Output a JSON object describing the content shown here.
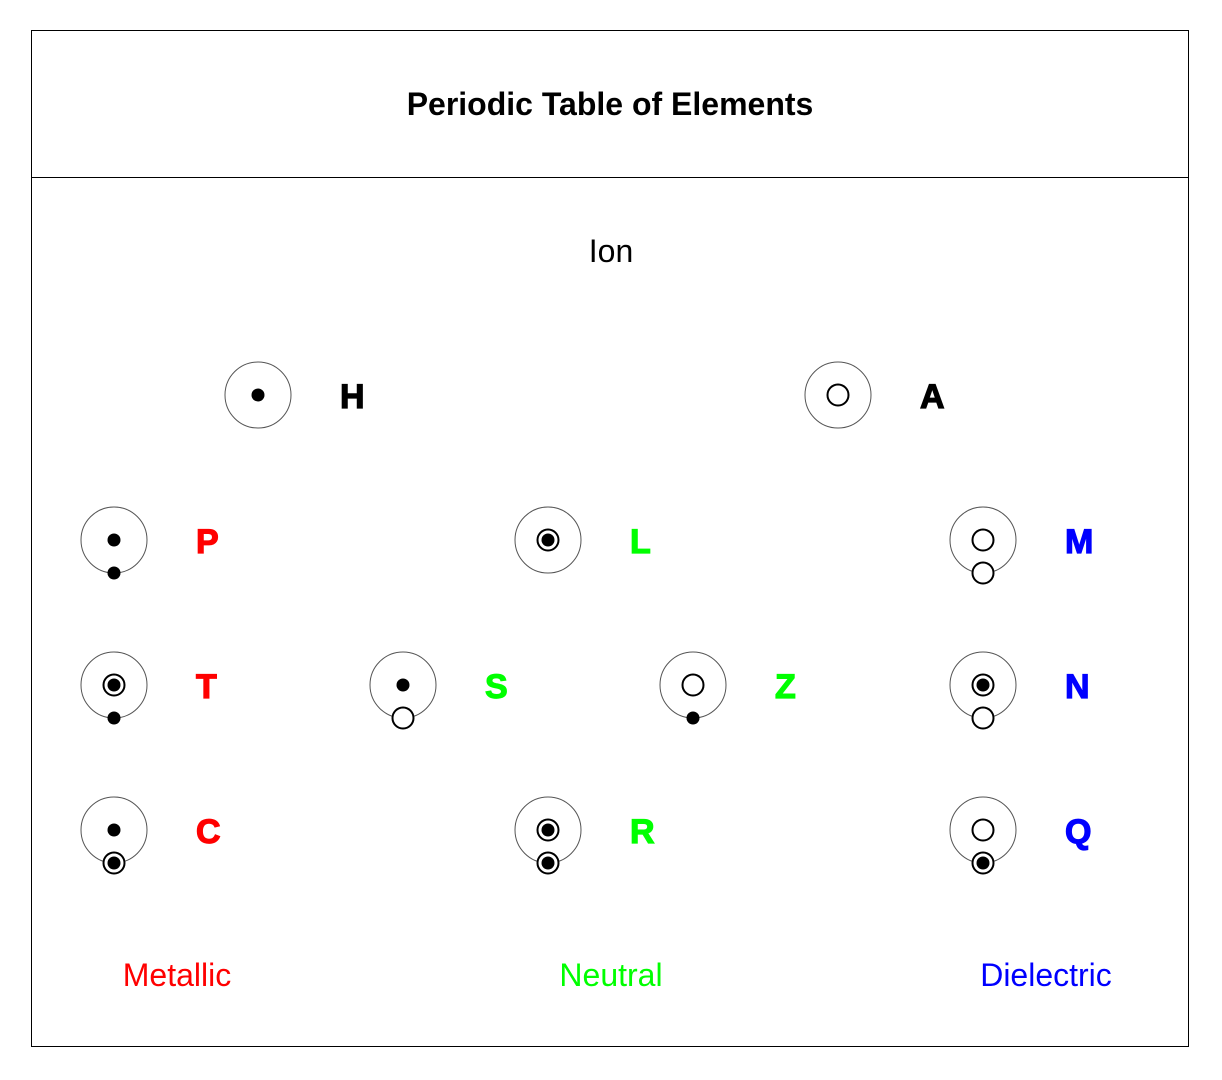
{
  "title": "Periodic Table of Elements",
  "ion_label": "Ion",
  "colors": {
    "ion": "#000000",
    "metallic": "#ff0000",
    "neutral": "#00ff00",
    "dielectric": "#0000ff"
  },
  "groups": {
    "metallic": "Metallic",
    "neutral": "Neutral",
    "dielectric": "Dielectric"
  },
  "elements": {
    "H": {
      "symbol": "H",
      "group": "ion",
      "center": "dot",
      "satellite": "none"
    },
    "A": {
      "symbol": "A",
      "group": "ion",
      "center": "ring",
      "satellite": "none"
    },
    "P": {
      "symbol": "P",
      "group": "metallic",
      "center": "dot",
      "satellite": "dot"
    },
    "T": {
      "symbol": "T",
      "group": "metallic",
      "center": "ring-dot",
      "satellite": "dot"
    },
    "C": {
      "symbol": "C",
      "group": "metallic",
      "center": "dot",
      "satellite": "ring-dot"
    },
    "L": {
      "symbol": "L",
      "group": "neutral",
      "center": "ring-dot",
      "satellite": "none"
    },
    "S": {
      "symbol": "S",
      "group": "neutral",
      "center": "dot",
      "satellite": "ring"
    },
    "Z": {
      "symbol": "Z",
      "group": "neutral",
      "center": "ring",
      "satellite": "dot"
    },
    "R": {
      "symbol": "R",
      "group": "neutral",
      "center": "ring-dot",
      "satellite": "ring-dot"
    },
    "M": {
      "symbol": "M",
      "group": "dielectric",
      "center": "ring",
      "satellite": "ring"
    },
    "N": {
      "symbol": "N",
      "group": "dielectric",
      "center": "ring-dot",
      "satellite": "ring"
    },
    "Q": {
      "symbol": "Q",
      "group": "dielectric",
      "center": "ring",
      "satellite": "ring-dot"
    }
  }
}
